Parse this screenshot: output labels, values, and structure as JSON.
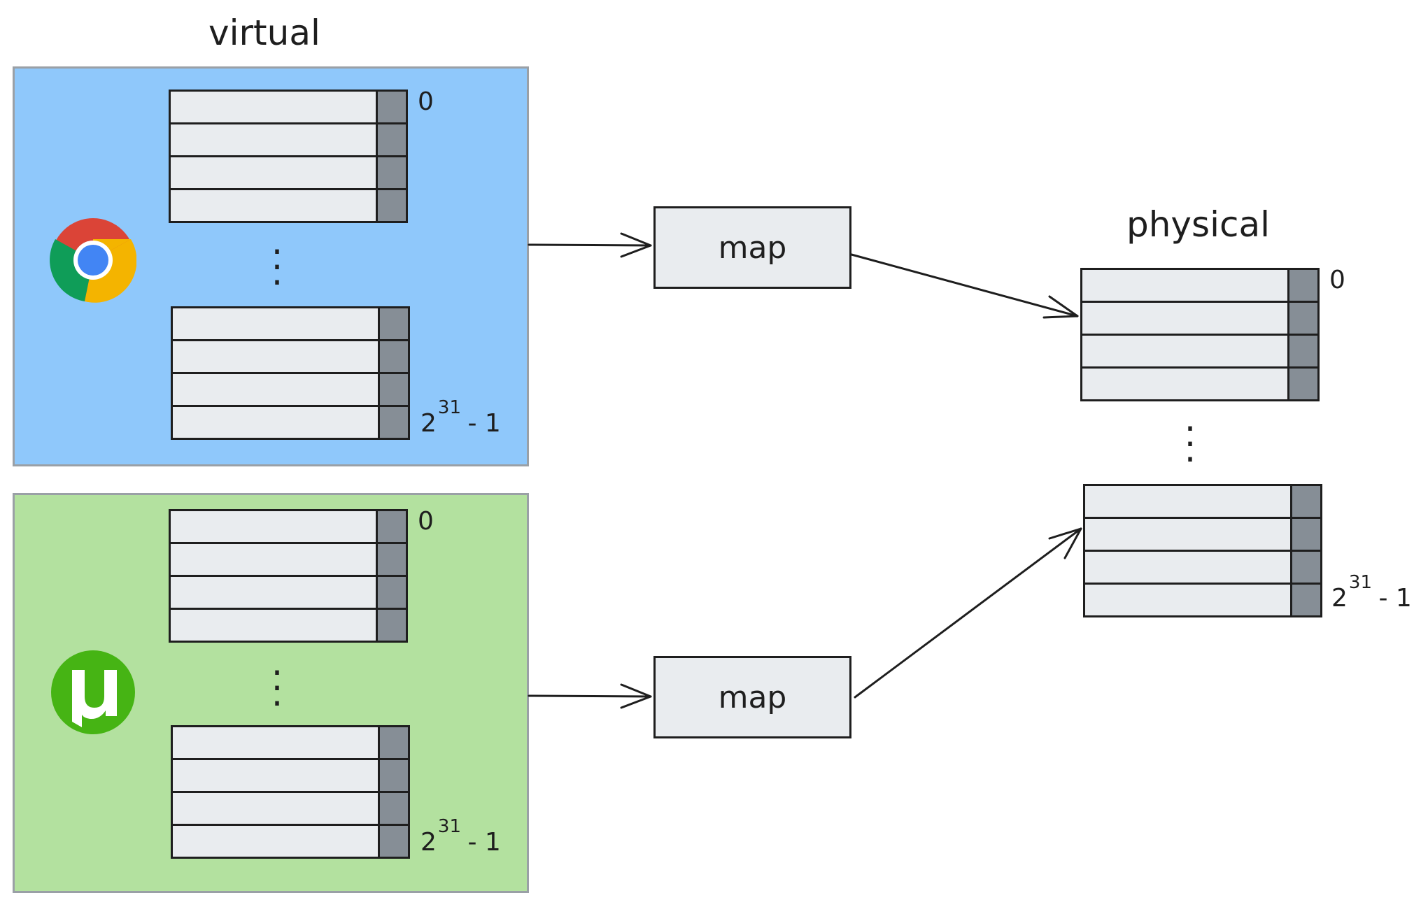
{
  "virtual": {
    "title": "virtual",
    "processes": [
      {
        "name": "chrome",
        "icon": "chrome-icon",
        "tables": [
          {
            "start_label": "0",
            "rows": 4
          },
          {
            "rows": 4,
            "end_base": "2",
            "end_exp": "31",
            "end_suffix": "- 1"
          }
        ]
      },
      {
        "name": "utorrent",
        "icon": "utorrent-icon",
        "tables": [
          {
            "start_label": "0",
            "rows": 4
          },
          {
            "rows": 4,
            "end_base": "2",
            "end_exp": "31",
            "end_suffix": "- 1"
          }
        ]
      }
    ]
  },
  "maps": [
    {
      "label": "map"
    },
    {
      "label": "map"
    }
  ],
  "physical": {
    "title": "physical",
    "start_label": "0",
    "end_base": "2",
    "end_exp": "31",
    "end_suffix": "- 1"
  },
  "colors": {
    "chrome_bg": "#8fc8fb",
    "utorrent_bg": "#b3e19f",
    "cell": "#e9ecef",
    "flag": "#868e96",
    "stroke": "#1e1e1e"
  }
}
